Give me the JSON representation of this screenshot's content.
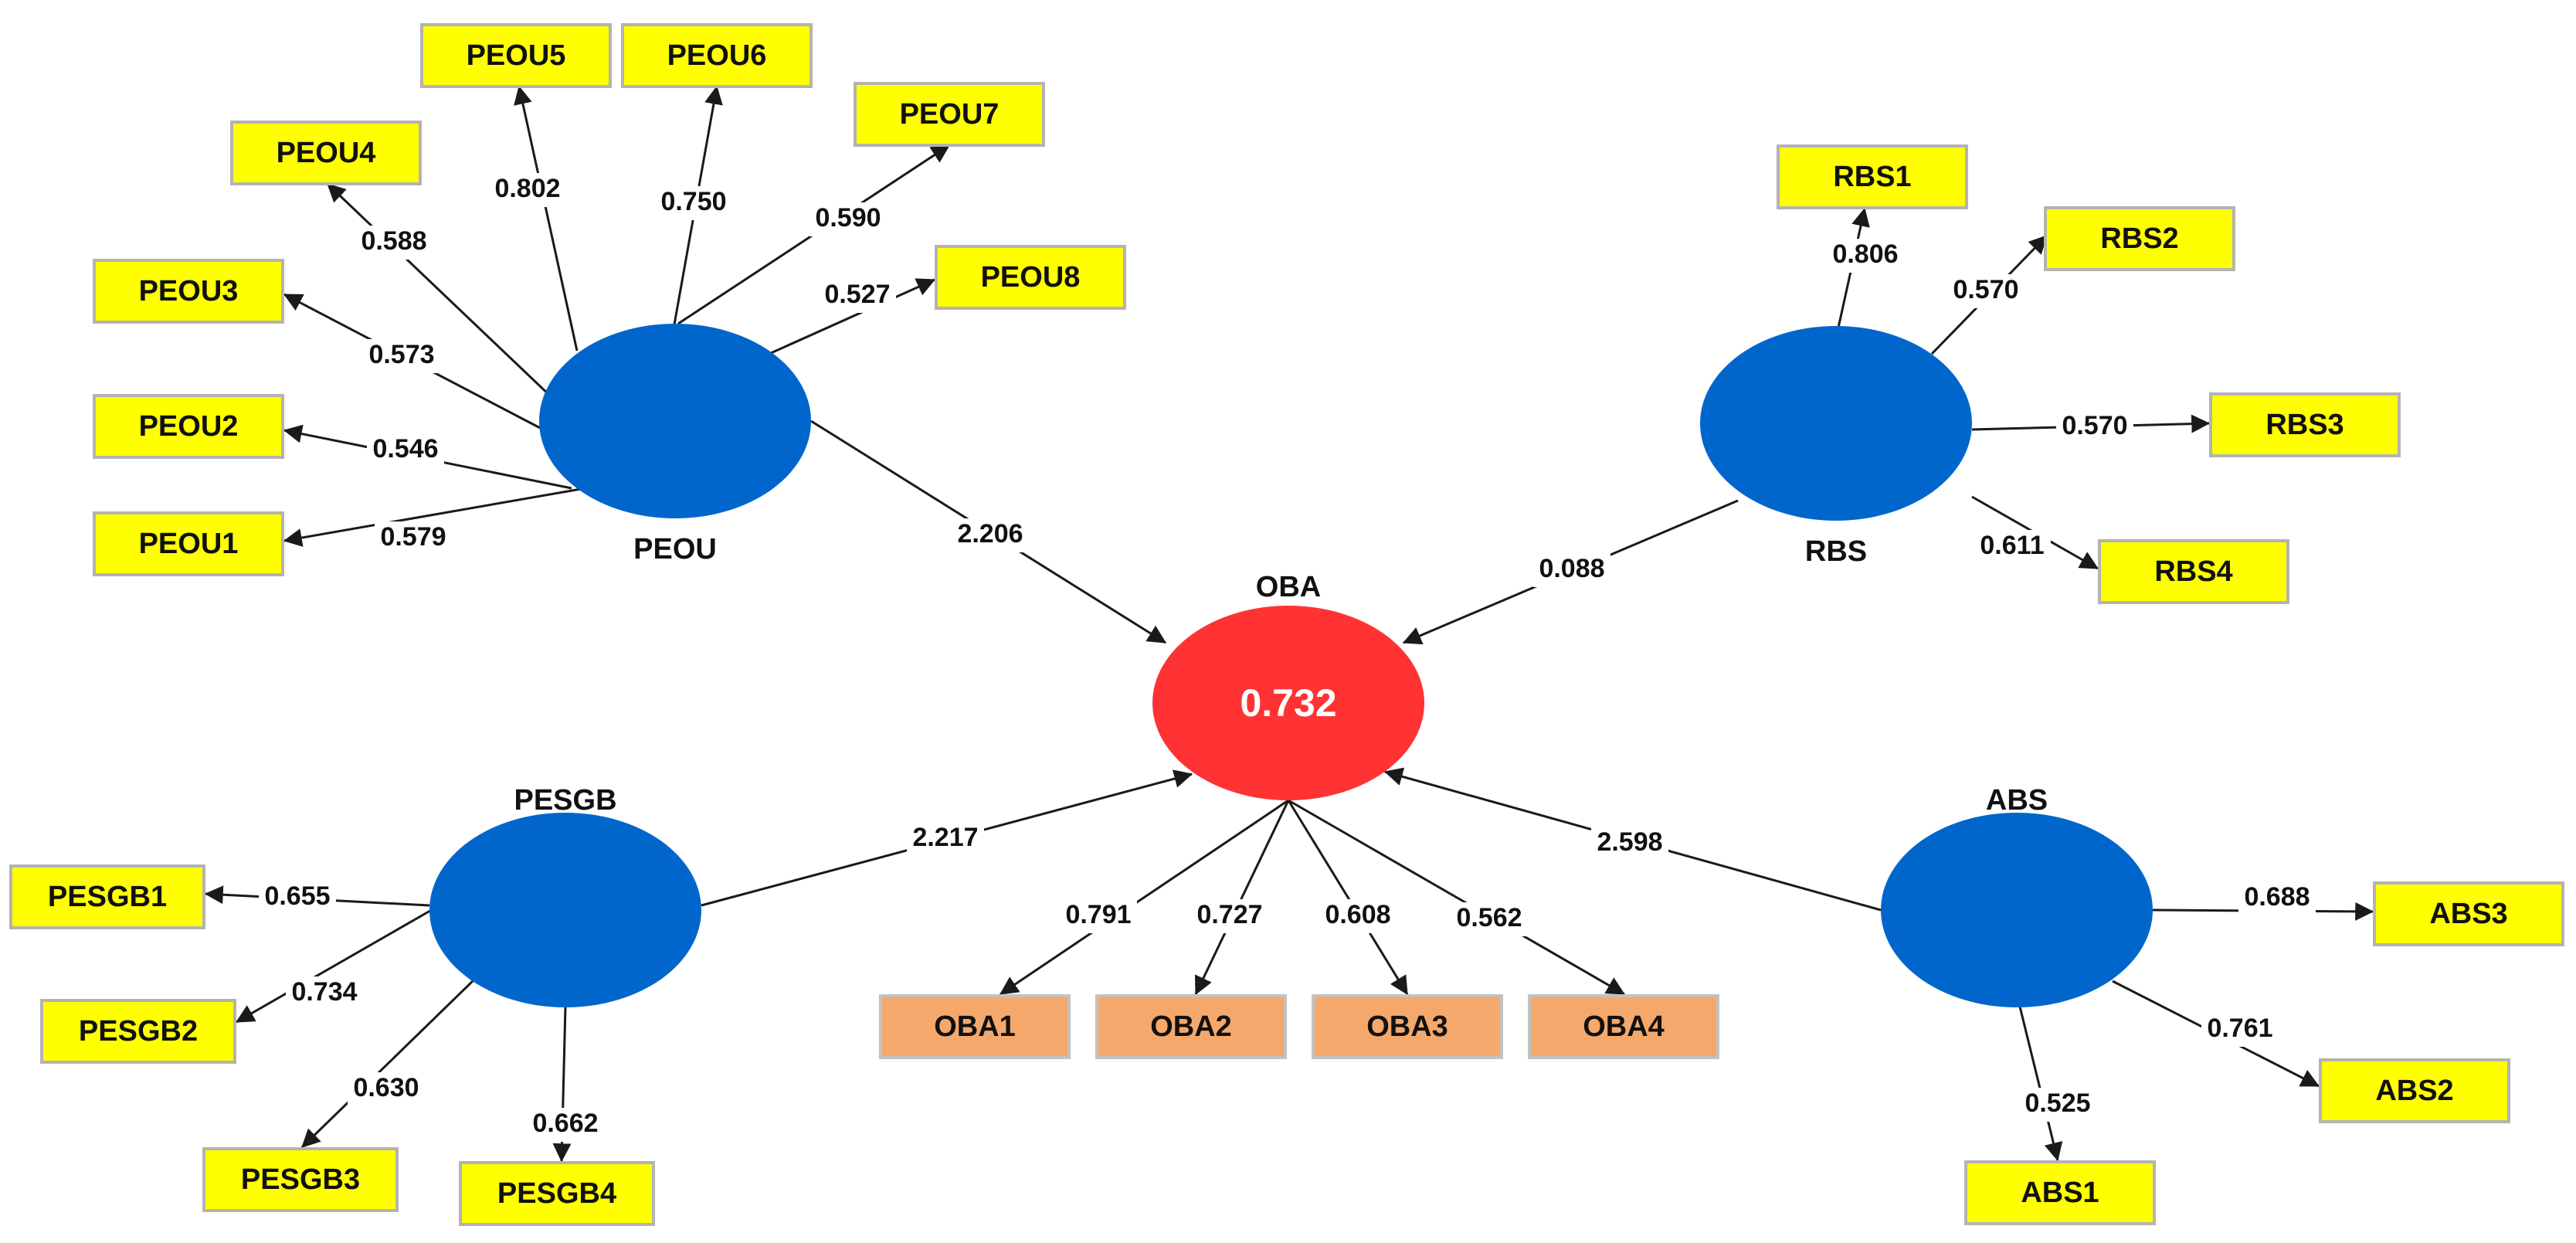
{
  "colors": {
    "background": "#ffffff",
    "construct_fill": "#0066cc",
    "endogenous_fill": "#ff3333",
    "indicator_fill": "#ffff00",
    "indicator_border": "#b3b3b3",
    "outcome_indicator_fill": "#f5a86b",
    "outcome_indicator_border": "#c2c2c2",
    "arrow": "#1a1a1a",
    "text": "#111111",
    "r2_text": "#ffffff"
  },
  "constructs": [
    {
      "id": "PEOU",
      "label": "PEOU",
      "kind": "exogenous"
    },
    {
      "id": "RBS",
      "label": "RBS",
      "kind": "exogenous"
    },
    {
      "id": "PESGB",
      "label": "PESGB",
      "kind": "exogenous"
    },
    {
      "id": "ABS",
      "label": "ABS",
      "kind": "exogenous"
    },
    {
      "id": "OBA",
      "label": "OBA",
      "kind": "endogenous",
      "r_squared": "0.732"
    }
  ],
  "indicators": [
    {
      "id": "PEOU1",
      "label": "PEOU1",
      "construct": "PEOU",
      "loading": "0.579"
    },
    {
      "id": "PEOU2",
      "label": "PEOU2",
      "construct": "PEOU",
      "loading": "0.546"
    },
    {
      "id": "PEOU3",
      "label": "PEOU3",
      "construct": "PEOU",
      "loading": "0.573"
    },
    {
      "id": "PEOU4",
      "label": "PEOU4",
      "construct": "PEOU",
      "loading": "0.588"
    },
    {
      "id": "PEOU5",
      "label": "PEOU5",
      "construct": "PEOU",
      "loading": "0.802"
    },
    {
      "id": "PEOU6",
      "label": "PEOU6",
      "construct": "PEOU",
      "loading": "0.750"
    },
    {
      "id": "PEOU7",
      "label": "PEOU7",
      "construct": "PEOU",
      "loading": "0.590"
    },
    {
      "id": "PEOU8",
      "label": "PEOU8",
      "construct": "PEOU",
      "loading": "0.527"
    },
    {
      "id": "RBS1",
      "label": "RBS1",
      "construct": "RBS",
      "loading": "0.806"
    },
    {
      "id": "RBS2",
      "label": "RBS2",
      "construct": "RBS",
      "loading": "0.570"
    },
    {
      "id": "RBS3",
      "label": "RBS3",
      "construct": "RBS",
      "loading": "0.570"
    },
    {
      "id": "RBS4",
      "label": "RBS4",
      "construct": "RBS",
      "loading": "0.611"
    },
    {
      "id": "PESGB1",
      "label": "PESGB1",
      "construct": "PESGB",
      "loading": "0.655"
    },
    {
      "id": "PESGB2",
      "label": "PESGB2",
      "construct": "PESGB",
      "loading": "0.734"
    },
    {
      "id": "PESGB3",
      "label": "PESGB3",
      "construct": "PESGB",
      "loading": "0.630"
    },
    {
      "id": "PESGB4",
      "label": "PESGB4",
      "construct": "PESGB",
      "loading": "0.662"
    },
    {
      "id": "ABS1",
      "label": "ABS1",
      "construct": "ABS",
      "loading": "0.525"
    },
    {
      "id": "ABS2",
      "label": "ABS2",
      "construct": "ABS",
      "loading": "0.761"
    },
    {
      "id": "ABS3",
      "label": "ABS3",
      "construct": "ABS",
      "loading": "0.688"
    },
    {
      "id": "OBA1",
      "label": "OBA1",
      "construct": "OBA",
      "loading": "0.791"
    },
    {
      "id": "OBA2",
      "label": "OBA2",
      "construct": "OBA",
      "loading": "0.727"
    },
    {
      "id": "OBA3",
      "label": "OBA3",
      "construct": "OBA",
      "loading": "0.608"
    },
    {
      "id": "OBA4",
      "label": "OBA4",
      "construct": "OBA",
      "loading": "0.562"
    }
  ],
  "paths": [
    {
      "from": "PEOU",
      "to": "OBA",
      "value": "2.206"
    },
    {
      "from": "RBS",
      "to": "OBA",
      "value": "0.088"
    },
    {
      "from": "PESGB",
      "to": "OBA",
      "value": "2.217"
    },
    {
      "from": "ABS",
      "to": "OBA",
      "value": "2.598"
    }
  ]
}
